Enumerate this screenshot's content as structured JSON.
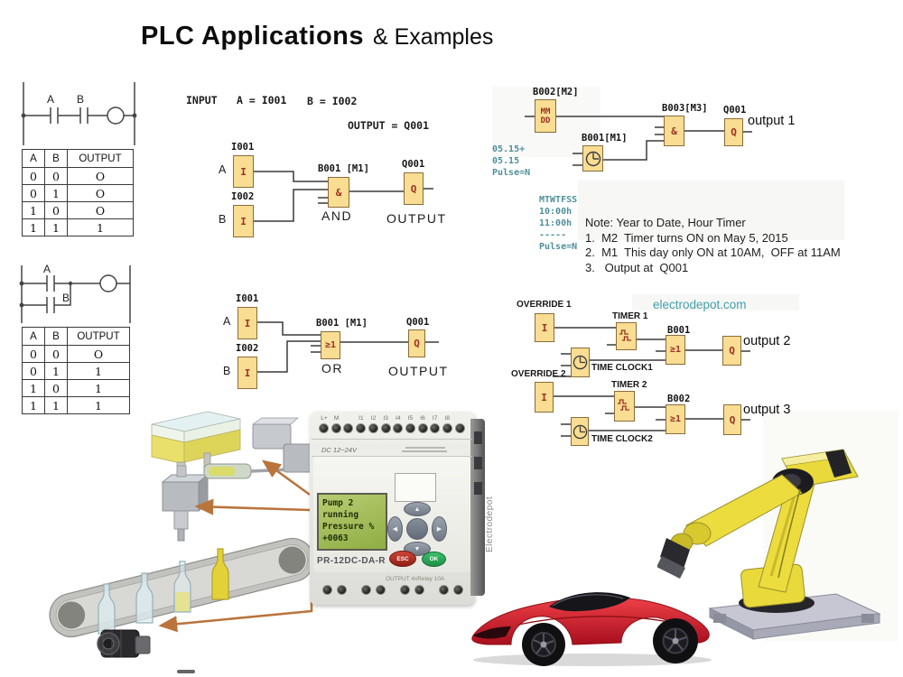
{
  "title": {
    "main": "PLC Applications",
    "sub": "& Examples"
  },
  "and_example": {
    "ladder": {
      "contact_a": "A",
      "contact_b": "B"
    },
    "truth_table": {
      "headers": [
        "A",
        "B",
        "OUTPUT"
      ],
      "rows": [
        [
          "0",
          "0",
          "O"
        ],
        [
          "0",
          "1",
          "O"
        ],
        [
          "1",
          "0",
          "O"
        ],
        [
          "1",
          "1",
          "1"
        ]
      ]
    },
    "fbd": {
      "input_label": "INPUT",
      "input_a": "A = I001",
      "input_b": "B = I002",
      "output_eq": "OUTPUT = Q001",
      "port_a": "A",
      "port_b": "B",
      "block_i1": {
        "label": "I001",
        "symbol": "I"
      },
      "block_i2": {
        "label": "I002",
        "symbol": "I"
      },
      "block_gate": {
        "label": "B001 [M1]",
        "symbol": "&",
        "caption": "AND"
      },
      "block_q": {
        "label": "Q001",
        "symbol": "Q",
        "caption": "OUTPUT"
      }
    }
  },
  "or_example": {
    "ladder": {
      "contact_a": "A",
      "contact_b": "B"
    },
    "truth_table": {
      "headers": [
        "A",
        "B",
        "OUTPUT"
      ],
      "rows": [
        [
          "0",
          "0",
          "O"
        ],
        [
          "0",
          "1",
          "1"
        ],
        [
          "1",
          "0",
          "1"
        ],
        [
          "1",
          "1",
          "1"
        ]
      ]
    },
    "fbd": {
      "port_a": "A",
      "port_b": "B",
      "block_i1": {
        "label": "I001",
        "symbol": "I"
      },
      "block_i2": {
        "label": "I002",
        "symbol": "I"
      },
      "block_gate": {
        "label": "B001 [M1]",
        "symbol": "≥1",
        "caption": "OR"
      },
      "block_q": {
        "label": "Q001",
        "symbol": "Q",
        "caption": "OUTPUT"
      }
    }
  },
  "timer_example": {
    "block_date": {
      "label": "B002[M2]",
      "line1": "MM",
      "line2": "DD"
    },
    "date_params": [
      "05.15+",
      "05.15",
      "Pulse=N"
    ],
    "block_clock": {
      "label": "B001[M1]"
    },
    "clock_params": [
      "MTWTFSS",
      "10:00h",
      "11:00h",
      "-----",
      "Pulse=N"
    ],
    "block_gate": {
      "label": "B003[M3]",
      "symbol": "&"
    },
    "block_q": {
      "label": "Q001",
      "symbol": "Q"
    },
    "output_label": "output 1",
    "note_lines": [
      "Note: Year to Date, Hour Timer",
      "1.  M2  Timer turns ON on May 5, 2015",
      "2.  M1  This day only ON at 10AM,  OFF at 11AM",
      "3.   Output at  Q001"
    ]
  },
  "override_example": {
    "site": "electrodepot.com",
    "override1": "OVERRIDE 1",
    "override2": "OVERRIDE 2",
    "timer1": "TIMER 1",
    "timer2": "TIMER 2",
    "clock1": "TIME CLOCK1",
    "clock2": "TIME CLOCK2",
    "i_symbol": "I",
    "q_symbol": "Q",
    "gate1": {
      "label": "B001",
      "symbol": "≥1"
    },
    "gate2": {
      "label": "B002",
      "symbol": "≥1"
    },
    "output2": "output 2",
    "output3": "output 3"
  },
  "plc_device": {
    "terminal_labels": [
      "L+",
      "M",
      "",
      "I1",
      "I2",
      "I3",
      "I4",
      "I5",
      "I6",
      "I7",
      "I8",
      ""
    ],
    "power_label": "DC 12~24V",
    "lcd_lines": [
      "Pump 2",
      "running",
      "Pressure %",
      "+0063"
    ],
    "model": "PR-12DC-DA-R",
    "esc_label": "ESC",
    "ok_label": "OK",
    "output_label": "OUTPUT  4xRelay 10A",
    "brand": "Electrodepot"
  },
  "colors": {
    "block_fill": "#f8dd92",
    "block_border": "#8a6d3b",
    "symbol_red": "#9c3222",
    "teal_text": "#4e8f99",
    "wire": "#3a3a3a",
    "arrow_orange": "#b9743c",
    "lcd_green": "#a3bd5c",
    "robot_yellow": "#e9d93b",
    "car_red": "#c8252c"
  }
}
